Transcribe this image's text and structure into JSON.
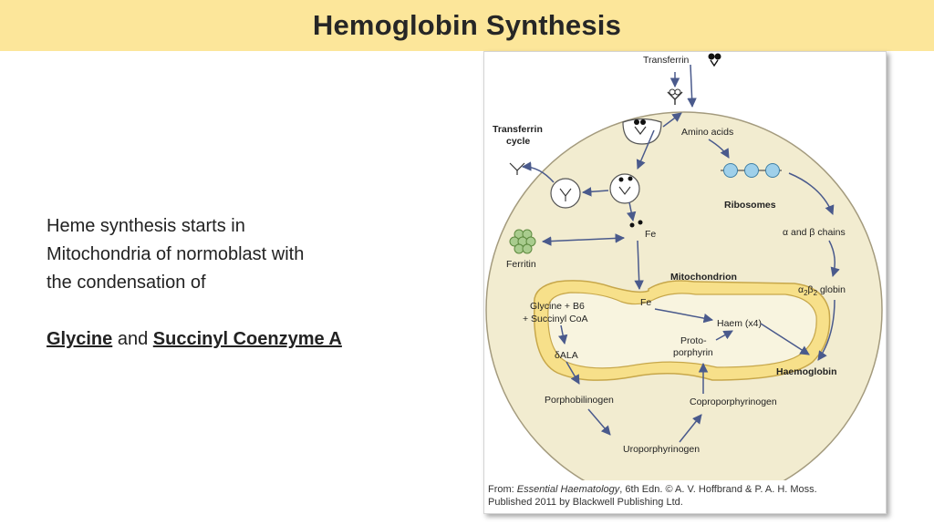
{
  "slide": {
    "title": "Hemoglobin Synthesis",
    "text_line1": "Heme synthesis starts in",
    "text_line2": "Mitochondria of normoblast with",
    "text_line3": "the condensation of",
    "key_term1": "Glycine",
    "connector": "and",
    "key_term2": "Succinyl Coenzyme A"
  },
  "diagram": {
    "labels": {
      "transferrin": "Transferrin",
      "transferrin_cycle_1": "Transferrin",
      "transferrin_cycle_2": "cycle",
      "amino_acids": "Amino acids",
      "ribosomes": "Ribosomes",
      "alpha_beta_chains": "α and β chains",
      "globin_prefix": "α",
      "globin_sub1": "2",
      "globin_mid": "β",
      "globin_sub2": "2",
      "globin_suffix": " globin",
      "fe_cytoplasm": "Fe",
      "ferritin": "Ferritin",
      "mitochondrion": "Mitochondrion",
      "fe_mito": "Fe",
      "glycine_b6": "Glycine + B6",
      "succinyl_coa": "+ Succinyl CoA",
      "haem": "Haem (x4)",
      "protoporphyrin_1": "Proto-",
      "protoporphyrin_2": "porphyrin",
      "ala": "δALA",
      "haemoglobin": "Haemoglobin",
      "porphobilinogen": "Porphobilinogen",
      "coproporphyrinogen": "Coproporphyrinogen",
      "uroporphyrinogen": "Uroporphyrinogen"
    },
    "caption": {
      "prefix": "From: ",
      "book": "Essential Haematology",
      "rest_line1": ", 6th Edn. © A. V. Hoffbrand & P. A. H. Moss.",
      "line2": "Published 2011 by Blackwell Publishing Ltd."
    },
    "colors": {
      "cell_fill": "#f2ecd0",
      "mito_fill": "#f7e08a",
      "arrow": "#4a5a8c",
      "ribosome": "#9fd0ea",
      "ferritin": "#a9cc8e",
      "title_bar": "#fce69a"
    }
  }
}
